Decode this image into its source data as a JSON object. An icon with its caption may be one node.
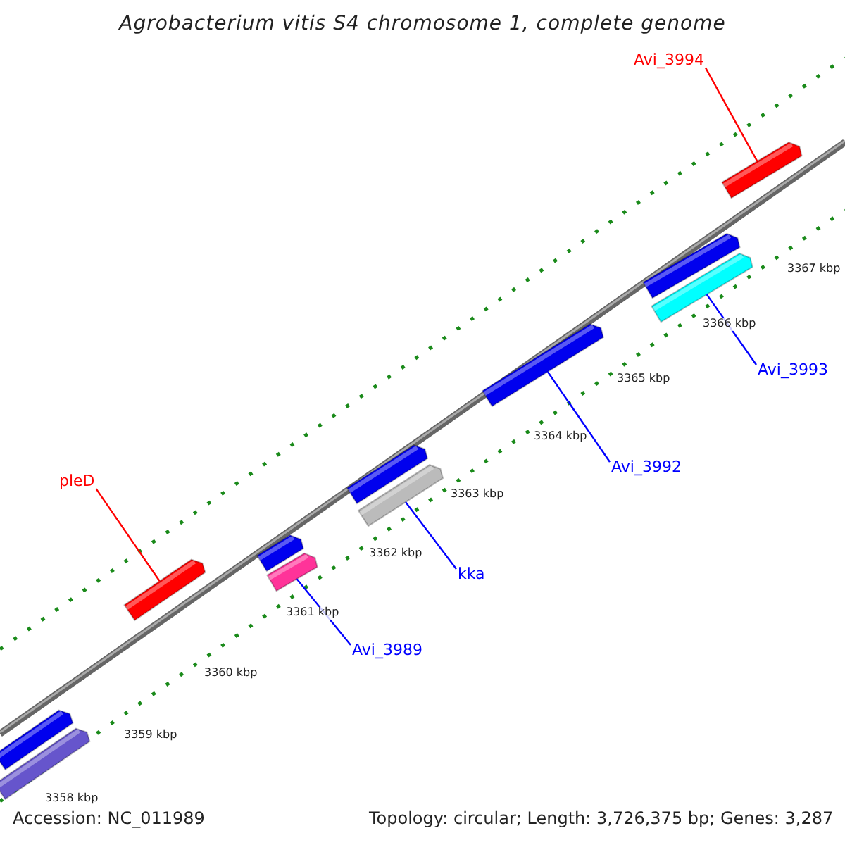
{
  "diagram": {
    "title": "Agrobacterium vitis S4 chromosome 1, complete genome",
    "nodes": [
      {
        "text": [
          "Avi_3994"
        ]
      },
      {
        "text": [],
        "shape": "bar"
      },
      {
        "text": [],
        "shape": "bar"
      },
      {
        "text": [],
        "shape": "bar"
      },
      {
        "text": [
          "Avi_3993"
        ]
      },
      {
        "text": [],
        "shape": "bar"
      },
      {
        "text": [
          "Avi_3992"
        ]
      },
      {
        "text": [],
        "shape": "bar"
      },
      {
        "text": [],
        "shape": "bar"
      },
      {
        "text": [
          "pleD"
        ]
      },
      {
        "text": [],
        "shape": "bar"
      },
      {
        "text": [],
        "shape": "bar"
      },
      {
        "text": [],
        "shape": "bar"
      },
      {
        "text": [
          "kka"
        ]
      },
      {
        "text": [
          "Avi_3989"
        ]
      },
      {
        "text": [],
        "shape": "bar"
      },
      {
        "text": [],
        "shape": "bar"
      }
    ],
    "edges": [
      {
        "from": 0,
        "to": 1,
        "arrow": "none",
        "color": "#ff0000"
      },
      {
        "from": 4,
        "to": 3,
        "arrow": "none"
      },
      {
        "from": 6,
        "to": 5,
        "arrow": "none"
      },
      {
        "from": 9,
        "to": 12,
        "arrow": "none",
        "color": "#ff0000"
      },
      {
        "from": 13,
        "to": 8,
        "arrow": "none"
      },
      {
        "from": 14,
        "to": 11,
        "arrow": "none"
      }
    ],
    "labels": [
      "3367 kbp",
      "3366 kbp",
      "3365 kbp",
      "3364 kbp",
      "3363 kbp",
      "3362 kbp",
      "3361 kbp",
      "3360 kbp",
      "3359 kbp",
      "3358 kbp",
      "Accession: NC_011989",
      "Topology: circular; Length: 3,726,375 bp; Genes: 3,287"
    ]
  }
}
